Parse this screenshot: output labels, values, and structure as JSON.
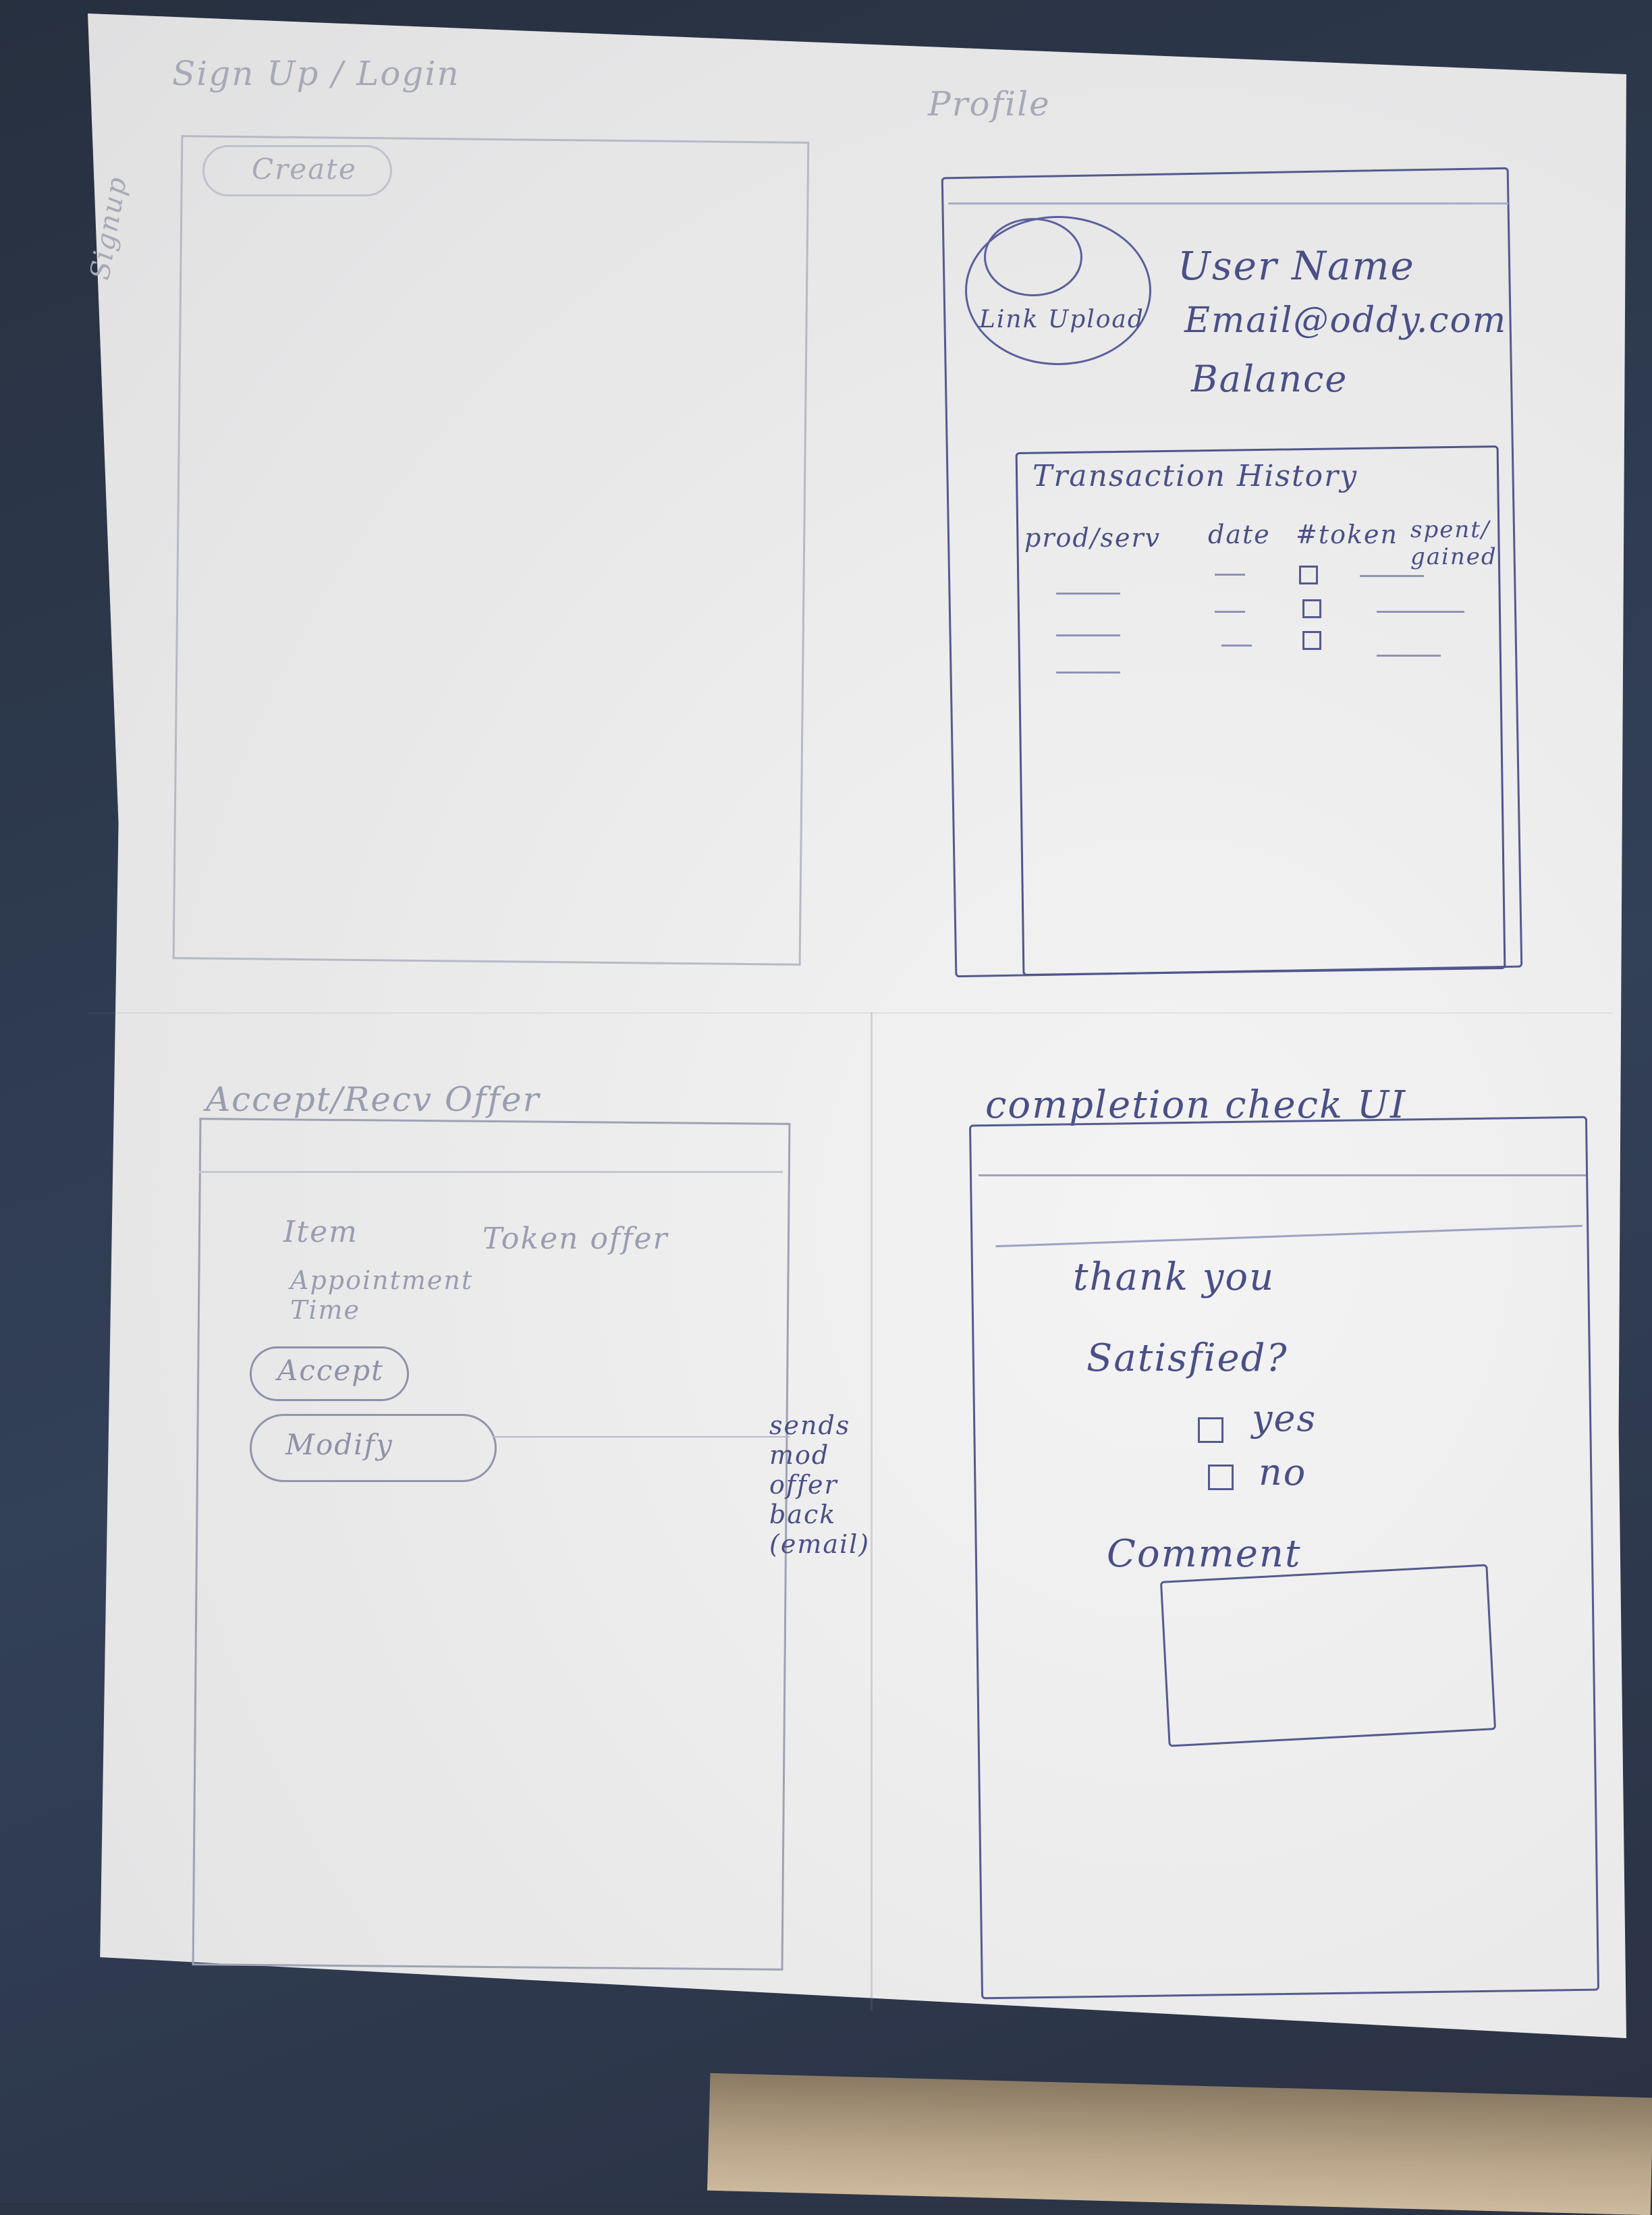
{
  "sketch": {
    "top_left": {
      "title": "Sign Up / Login",
      "button": "Create",
      "side_note": "Signup"
    },
    "profile": {
      "title": "Profile",
      "avatar_label": "Link Upload",
      "user_name": "User Name",
      "email": "Email@oddy.com",
      "balance": "Balance",
      "transaction_title": "Transaction History",
      "columns": [
        "prod/serv",
        "date",
        "#token",
        "spent/ gained"
      ]
    },
    "accept_offer": {
      "title": "Accept/Recv Offer",
      "item_label": "Item",
      "token_offer_label": "Token offer",
      "appointment_label": "Appointment Time",
      "accept_button": "Accept",
      "modify_button": "Modify",
      "note": "sends mod offer back (email)"
    },
    "completion": {
      "title": "completion check UI",
      "thank_you": "thank you",
      "satisfied": "Satisfied?",
      "option_yes": "yes",
      "option_no": "no",
      "comment_label": "Comment"
    }
  }
}
